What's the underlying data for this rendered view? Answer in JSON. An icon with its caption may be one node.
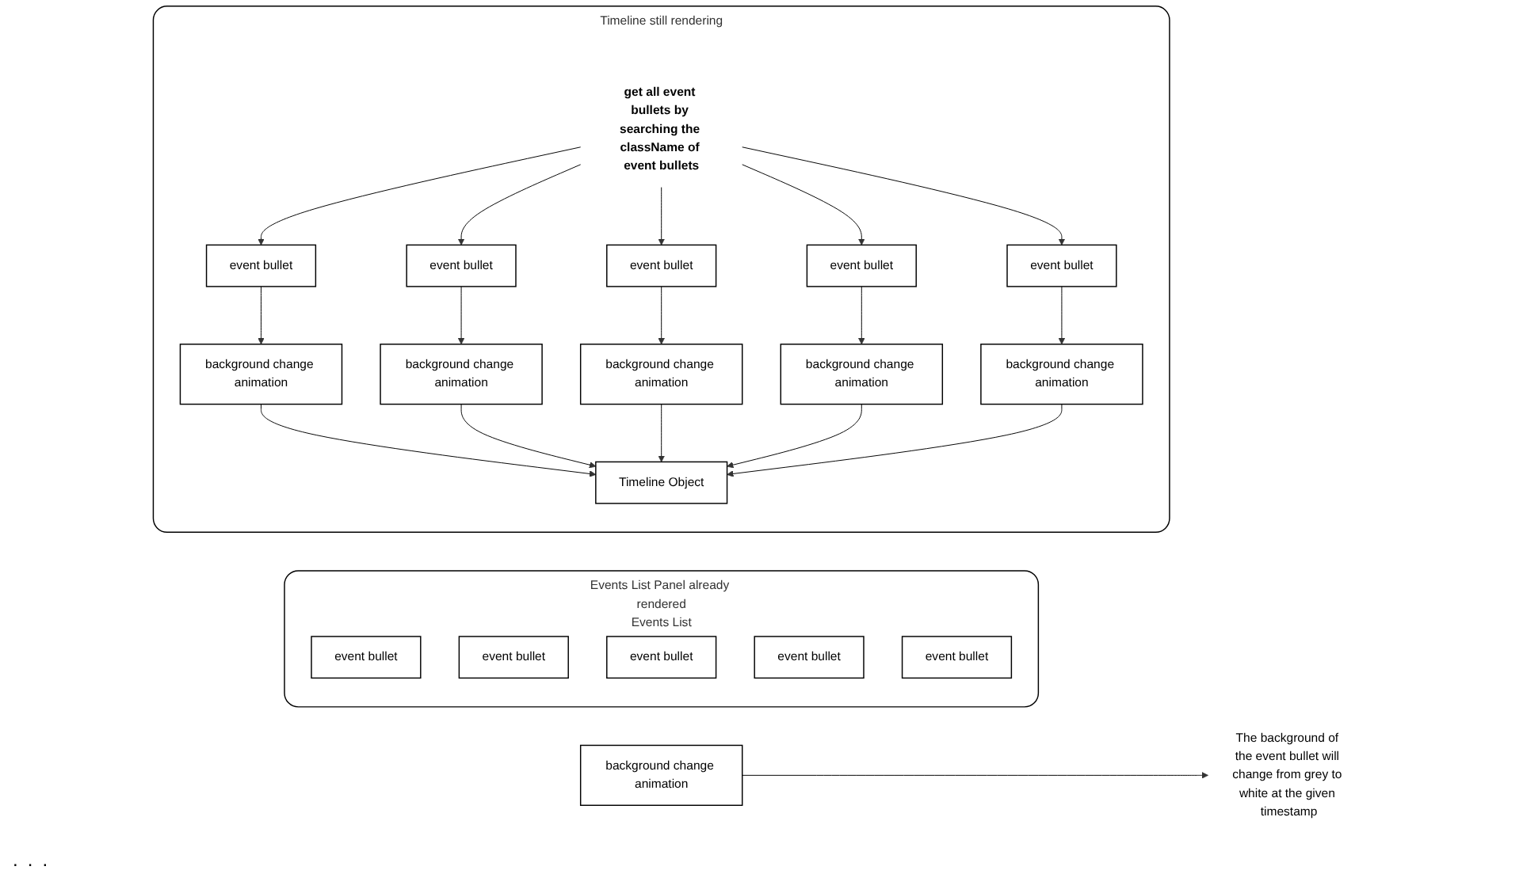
{
  "diagram": {
    "nodes": [
      {
        "text": [
          "Events List Panel already rendered",
          "Events List"
        ]
      },
      {
        "text": [
          "event bullet"
        ],
        "in": 0
      },
      {
        "text": [
          "event bullet"
        ],
        "in": 0
      },
      {
        "text": [
          "event bullet"
        ],
        "in": 0
      },
      {
        "text": [
          "event bullet"
        ],
        "in": 0
      },
      {
        "text": [
          "event bullet"
        ],
        "in": 0
      },
      {
        "text": [
          "Timeline still rendering"
        ]
      },
      {
        "text": [
          "get all event bullets by searching the className of event bullets"
        ],
        "in": 6
      },
      {
        "text": [
          "event bullet"
        ],
        "in": 6
      },
      {
        "text": [
          "event bullet"
        ],
        "in": 6
      },
      {
        "text": [
          "event bullet"
        ],
        "in": 6
      },
      {
        "text": [
          "event bullet"
        ],
        "in": 6
      },
      {
        "text": [
          "event bullet"
        ],
        "in": 6
      },
      {
        "text": [
          "background change animation"
        ],
        "in": 6
      },
      {
        "text": [
          "background change animation"
        ],
        "in": 6
      },
      {
        "text": [
          "background change animation"
        ],
        "in": 6
      },
      {
        "text": [
          "background change animation"
        ],
        "in": 6
      },
      {
        "text": [
          "background change animation"
        ],
        "in": 6
      },
      {
        "text": [
          "Timeline Object"
        ],
        "in": 6
      },
      {
        "text": [
          "background change animation"
        ]
      },
      {
        "text": [
          "The background of the event bullet will change from grey to white at the given timestamp"
        ]
      }
    ],
    "edges": [
      {
        "from": 7,
        "to": 8,
        "arrow": "to"
      },
      {
        "from": 7,
        "to": 9,
        "arrow": "to"
      },
      {
        "from": 7,
        "to": 10,
        "arrow": "to"
      },
      {
        "from": 7,
        "to": 11,
        "arrow": "to"
      },
      {
        "from": 7,
        "to": 12,
        "arrow": "to"
      },
      {
        "from": 8,
        "to": 13,
        "arrow": "to"
      },
      {
        "from": 9,
        "to": 14,
        "arrow": "to"
      },
      {
        "from": 10,
        "to": 15,
        "arrow": "to"
      },
      {
        "from": 11,
        "to": 16,
        "arrow": "to"
      },
      {
        "from": 12,
        "to": 17,
        "arrow": "to"
      },
      {
        "from": 13,
        "to": 18,
        "arrow": "to"
      },
      {
        "from": 14,
        "to": 18,
        "arrow": "to"
      },
      {
        "from": 15,
        "to": 18,
        "arrow": "to"
      },
      {
        "from": 16,
        "to": 18,
        "arrow": "to"
      },
      {
        "from": 17,
        "to": 18,
        "arrow": "to"
      },
      {
        "from": 19,
        "to": 20,
        "arrow": "to"
      }
    ],
    "labels": [
      ".",
      ".",
      "."
    ]
  }
}
